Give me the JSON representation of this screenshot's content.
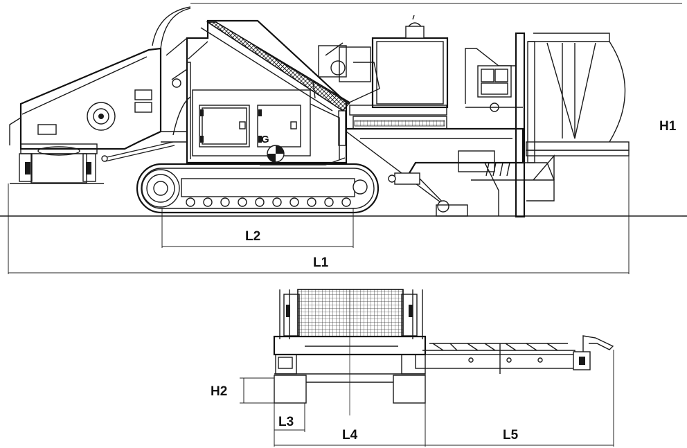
{
  "labels": {
    "h1": "H1",
    "l1": "L1",
    "l2": "L2",
    "g": "G",
    "h2": "H2",
    "l3": "L3",
    "l4": "L4",
    "l5": "L5"
  }
}
